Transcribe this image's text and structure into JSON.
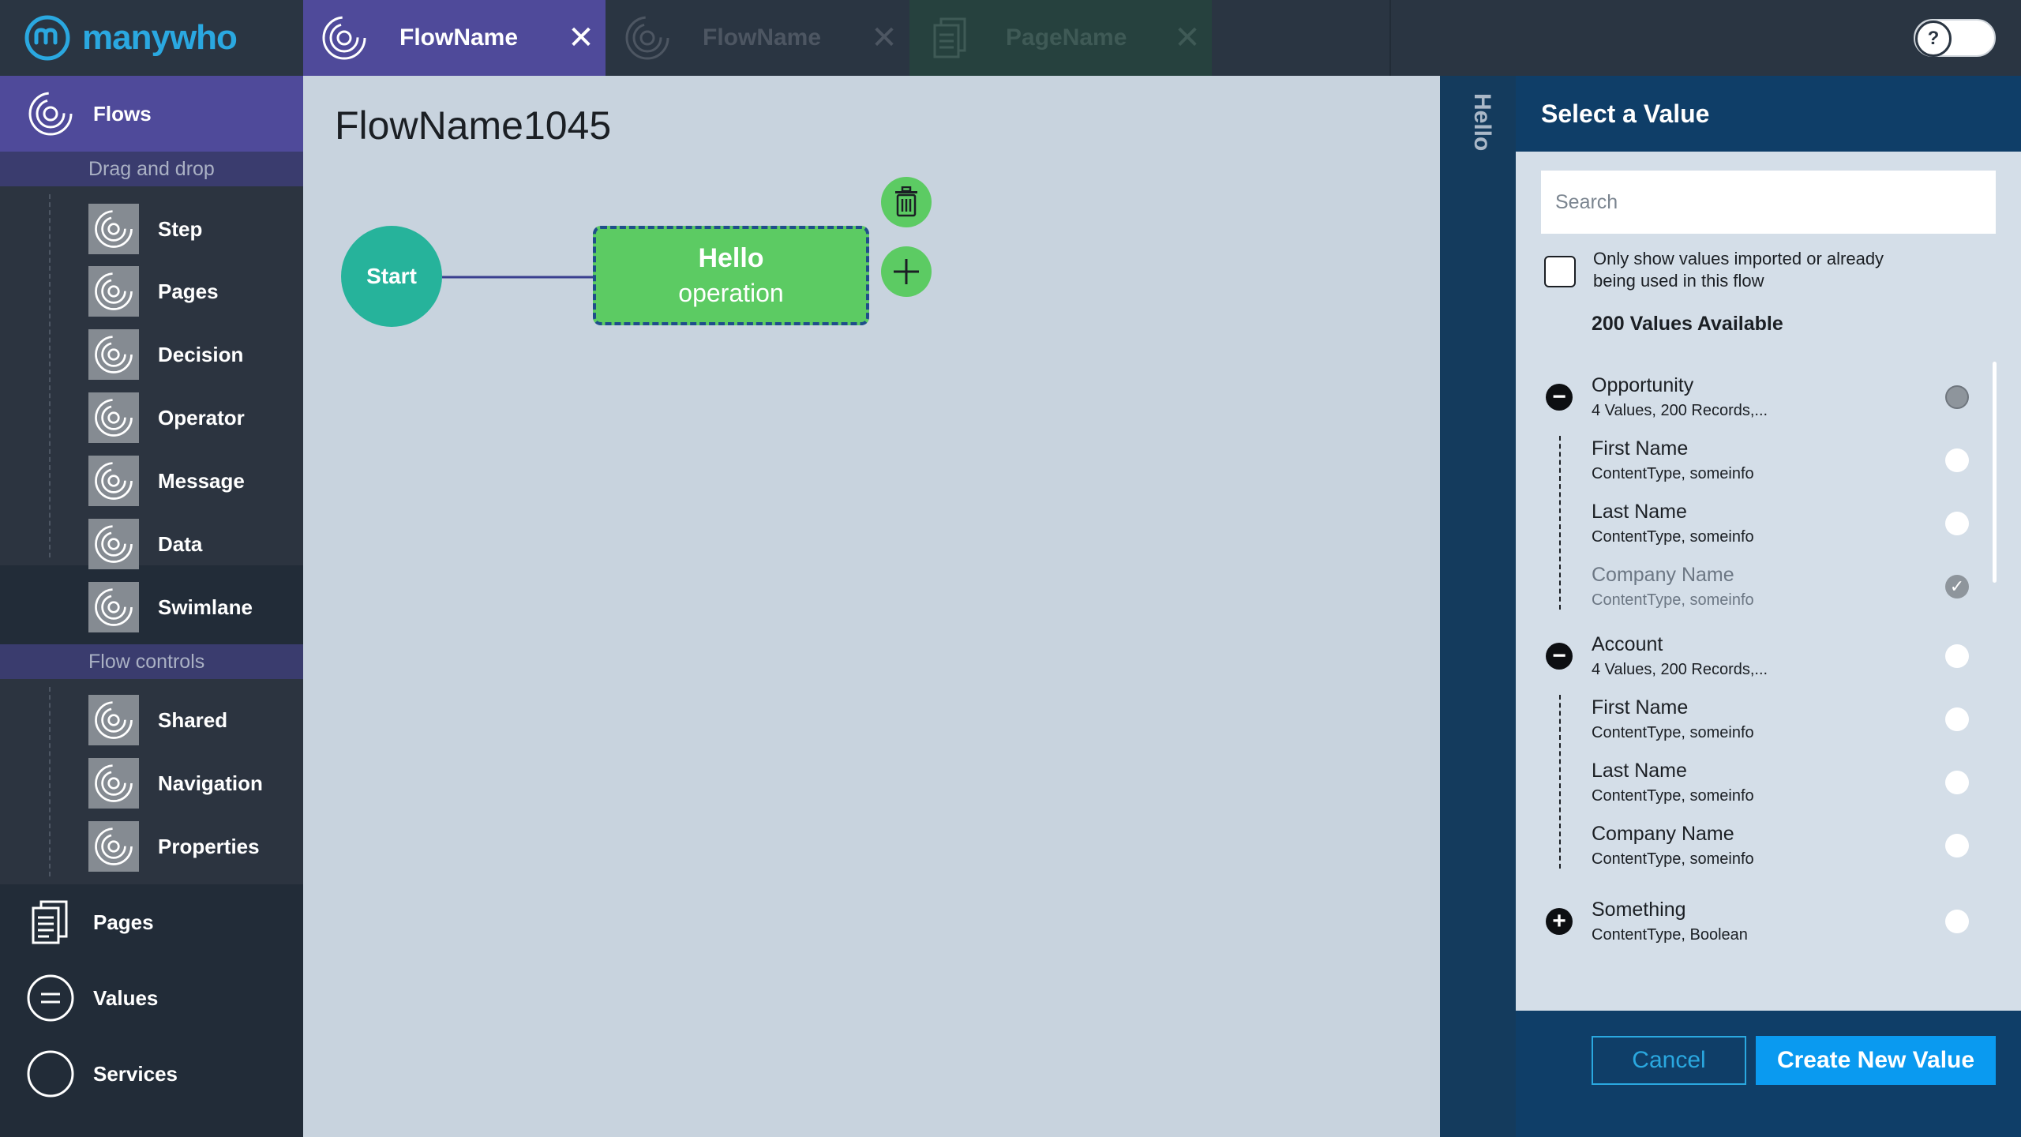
{
  "app": {
    "logo_text": "manywho"
  },
  "tabs": [
    {
      "label": "FlowName",
      "icon": "flow-icon",
      "active": true
    },
    {
      "label": "FlowName",
      "icon": "flow-icon",
      "active": false
    },
    {
      "label": "PageName",
      "icon": "page-icon",
      "active": false
    }
  ],
  "help_toggle": {
    "label": "?"
  },
  "sidebar": {
    "flows_label": "Flows",
    "drag_section": "Drag and drop",
    "drag_items": [
      "Step",
      "Pages",
      "Decision",
      "Operator",
      "Message",
      "Data",
      "Swimlane"
    ],
    "controls_section": "Flow controls",
    "control_items": [
      "Shared",
      "Navigation",
      "Properties"
    ],
    "bottom_items": [
      {
        "label": "Pages",
        "icon": "pages-icon"
      },
      {
        "label": "Values",
        "icon": "values-icon"
      },
      {
        "label": "Services",
        "icon": "services-icon"
      }
    ]
  },
  "canvas": {
    "flow_title": "FlowName1045",
    "start_label": "Start",
    "operation": {
      "name": "Hello",
      "type": "operation"
    }
  },
  "side_strip": {
    "label": "Hello"
  },
  "panel": {
    "title": "Select a Value",
    "search_placeholder": "Search",
    "filter_label": "Only show values imported or already being used in this flow",
    "available": "200 Values Available",
    "groups": [
      {
        "name": "Opportunity",
        "sub": "4 Values, 200 Records,..."
      },
      {
        "name": "Account",
        "sub": "4 Values, 200 Records,..."
      },
      {
        "name": "Something",
        "sub": "ContentType, Boolean"
      }
    ],
    "opportunity_values": [
      {
        "name": "First Name",
        "sub": "ContentType, someinfo"
      },
      {
        "name": "Last Name",
        "sub": "ContentType, someinfo"
      },
      {
        "name": "Company Name",
        "sub": "ContentType, someinfo"
      }
    ],
    "account_values": [
      {
        "name": "First Name",
        "sub": "ContentType, someinfo"
      },
      {
        "name": "Last Name",
        "sub": "ContentType, someinfo"
      },
      {
        "name": "Company Name",
        "sub": "ContentType, someinfo"
      }
    ],
    "cancel_label": "Cancel",
    "create_label": "Create New Value"
  },
  "colors": {
    "topbar": "#2a3542",
    "accent_purple": "#4f4a9a",
    "sidebar": "#222c38",
    "canvas": "#c8d3de",
    "start_node": "#26b39b",
    "operation_node": "#5ccb63",
    "panel_header": "#0f3e68",
    "primary_button": "#0a9af0"
  }
}
